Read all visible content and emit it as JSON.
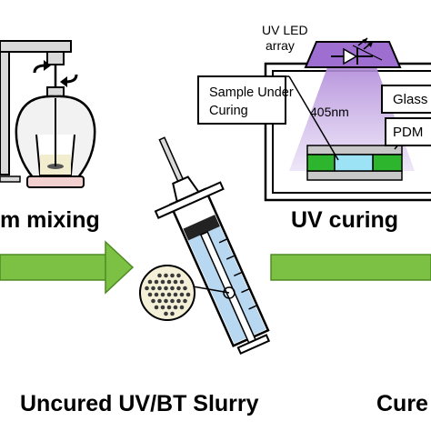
{
  "labels": {
    "vacuum_mixing": "m mixing",
    "uv_curing": "UV curing",
    "uv_led_array_line1": "UV LED",
    "uv_led_array_line2": "array",
    "sample_line1": "Sample Under",
    "sample_line2": "Curing",
    "wavelength": "405nm",
    "glass": "Glass",
    "pdms": "PDM",
    "slurry": "Uncured UV/BT Slurry",
    "cured": "Cure"
  },
  "colors": {
    "arrow_green": "#7cc143",
    "uv_purple": "#a97ed6",
    "glass_gray": "#c8c8c8",
    "pdms_green": "#2db52d",
    "syringe_blue": "#b8d7f0",
    "sample_cyan": "#9be3f5"
  },
  "icons": {
    "mixer": "vacuum-mixer-icon",
    "syringe": "syringe-icon",
    "uv_chamber": "uv-curing-chamber-icon",
    "magnifier": "particle-magnifier-icon"
  }
}
